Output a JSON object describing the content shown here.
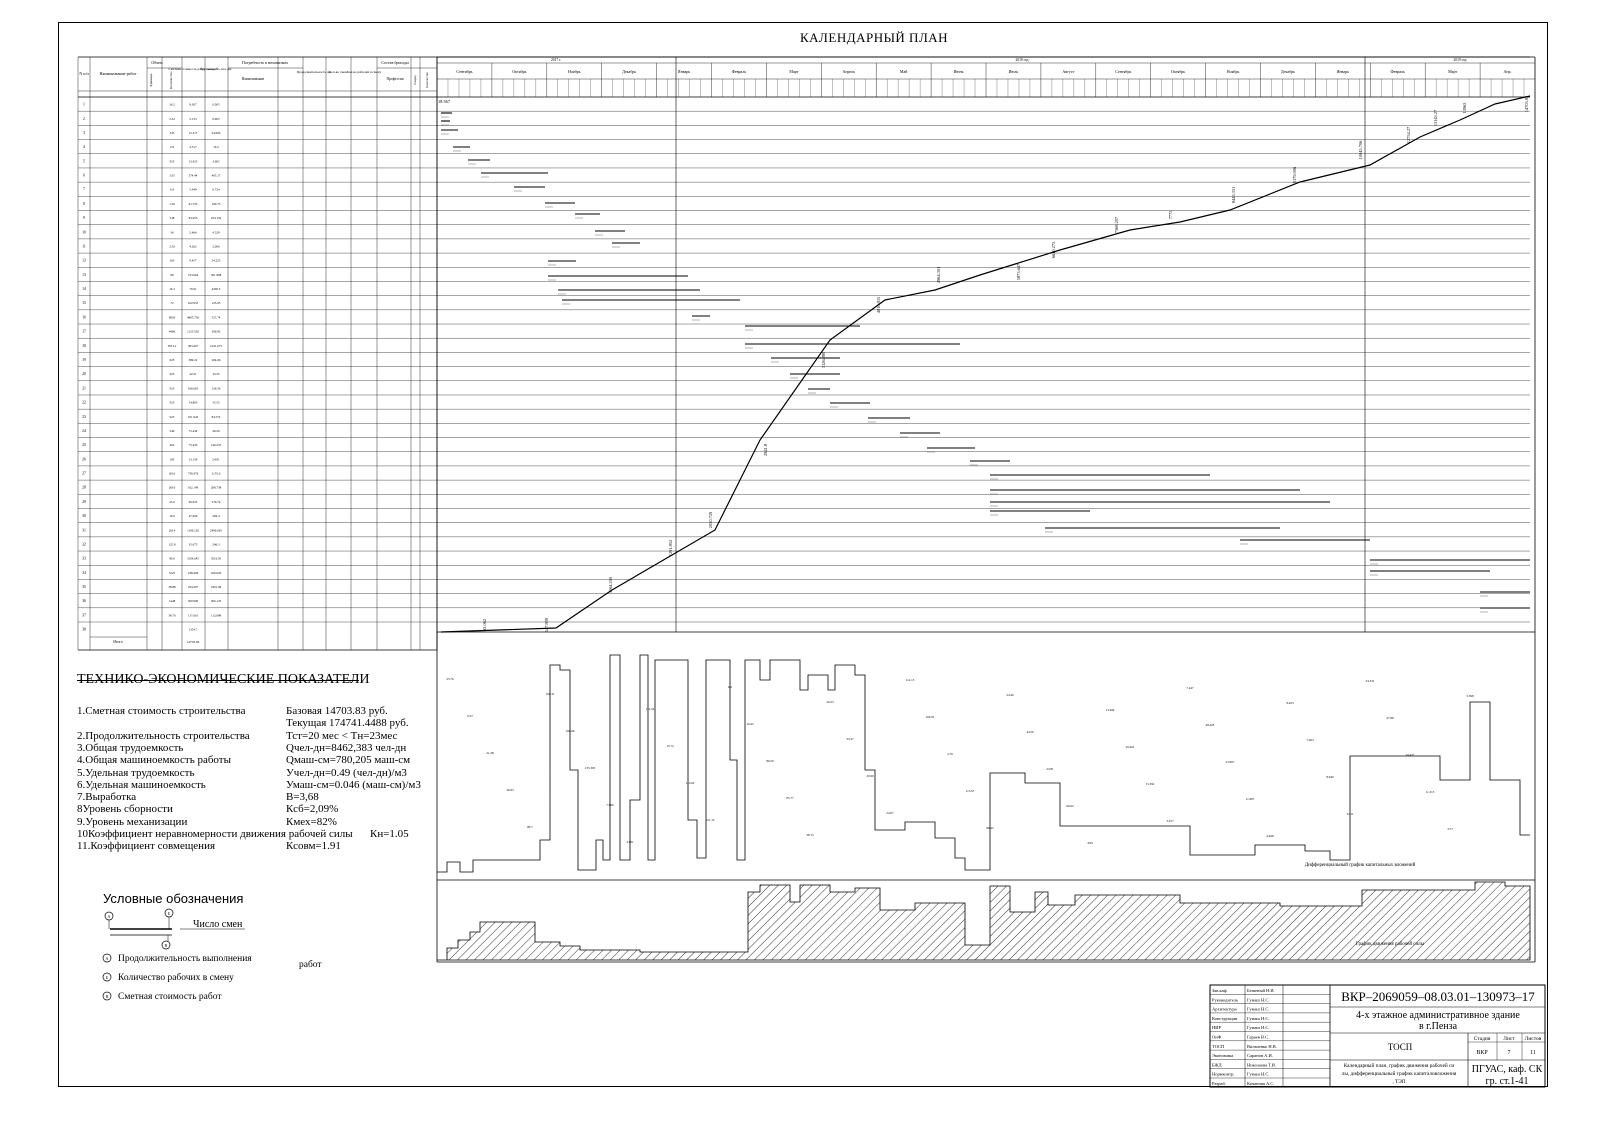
{
  "title": "КАЛЕНДАРНЫЙ ПЛАН",
  "table_headers": {
    "num": "N п/п",
    "work": "Наименование работ",
    "volume": "Объем",
    "unit": "Единица",
    "qty": "Количество",
    "cost": "Сметная стоимость работ тыс.руб",
    "labor": "Трудоемкость чел.-дн.",
    "machines": "Потребность в механизмах",
    "machine_name": "Наименование",
    "duration": "Продолжительность дн.",
    "shifts": "Кол-во смен",
    "workers": "Кол-во рабочих в смену",
    "crew": "Состав бригады",
    "profession": "Профессия",
    "rank": "Разряд",
    "count": "Количество"
  },
  "years": [
    "2017 г.",
    "2018 год",
    "2019 год"
  ],
  "months": [
    "Сентябрь",
    "Октябрь",
    "Ноябрь",
    "Декабрь",
    "Январь",
    "Февраль",
    "Март",
    "Апрель",
    "Май",
    "Июнь",
    "Июль",
    "Август",
    "Сентябрь",
    "Октябрь",
    "Ноябрь",
    "Декабрь",
    "Январь",
    "Февраль",
    "Март",
    "Апр."
  ],
  "rows": [
    {
      "n": "1",
      "qty": "16.2",
      "cost": "8.307",
      "labor": "0.005"
    },
    {
      "n": "2",
      "qty": "2.52",
      "cost": "5.133",
      "labor": "0.005"
    },
    {
      "n": "3",
      "qty": "335",
      "cost": "15.317",
      "labor": "24.006"
    },
    {
      "n": "4",
      "qty": "2.9",
      "cost": "4.517",
      "labor": "16.5"
    },
    {
      "n": "5",
      "qty": "925",
      "cost": "13.425",
      "labor": "3.005"
    },
    {
      "n": "6",
      "qty": "1.05",
      "cost": "374.44",
      "labor": "405.17"
    },
    {
      "n": "7",
      "qty": "0.4",
      "cost": "5.949",
      "labor": "6.724"
    },
    {
      "n": "8",
      "qty": "1.56",
      "cost": "61.735",
      "labor": "160.75"
    },
    {
      "n": "9",
      "qty": "238",
      "cost": "83.655",
      "labor": "184.159"
    },
    {
      "n": "10",
      "qty": "36",
      "cost": "2.466",
      "labor": "4.529"
    },
    {
      "n": "11",
      "qty": "2.56",
      "cost": "4.262",
      "labor": "2.006"
    },
    {
      "n": "12",
      "qty": "163",
      "cost": "9.457",
      "labor": "34.225"
    },
    {
      "n": "13",
      "qty": "89",
      "cost": "123.064",
      "labor": "301.908"
    },
    {
      "n": "14",
      "qty": "16.3",
      "cost": "76.91",
      "labor": "4200.3"
    },
    {
      "n": "15",
      "qty": "72",
      "cost": "162.955",
      "labor": "125.95"
    },
    {
      "n": "16",
      "qty": "9926",
      "cost": "4805.730",
      "labor": "527.74"
    },
    {
      "n": "17",
      "qty": "4466",
      "cost": "1125.502",
      "labor": "366.82"
    },
    {
      "n": "18",
      "qty": "3031.2",
      "cost": "363.267",
      "labor": "1041.675"
    },
    {
      "n": "19",
      "qty": "925",
      "cost": "389.22",
      "labor": "204.66"
    },
    {
      "n": "20",
      "qty": "925",
      "cost": "42.21",
      "labor": "33.25"
    },
    {
      "n": "21",
      "qty": "925",
      "cost": "166.665",
      "labor": "126.56"
    },
    {
      "n": "22",
      "qty": "925",
      "cost": "14.865",
      "labor": "35.55"
    },
    {
      "n": "23",
      "qty": "925",
      "cost": "101.945",
      "labor": "84.574"
    },
    {
      "n": "24",
      "qty": "240",
      "cost": "75.434",
      "labor": "46.29"
    },
    {
      "n": "25",
      "qty": "465",
      "cost": "75.443",
      "labor": "146.255"
    },
    {
      "n": "26",
      "qty": "185",
      "cost": "13.154",
      "labor": "24.91"
    },
    {
      "n": "27",
      "qty": "2616",
      "cost": "738.476",
      "labor": "1155.6"
    },
    {
      "n": "28",
      "qty": "2616",
      "cost": "162.149",
      "labor": "208.738"
    },
    {
      "n": "29",
      "qty": "25.6",
      "cost": "69.625",
      "labor": "276.74"
    },
    {
      "n": "30",
      "qty": "16.6",
      "cost": "47.626",
      "labor": "266.4"
    },
    {
      "n": "31",
      "qty": "2614",
      "cost": "1100.120",
      "labor": "2496.665"
    },
    {
      "n": "32",
      "qty": "125.9",
      "cost": "35.675",
      "labor": "246.3"
    },
    {
      "n": "33",
      "qty": "90.6",
      "cost": "3104.645",
      "labor": "3516.95"
    },
    {
      "n": "34",
      "qty": "3125",
      "cost": "238.496",
      "labor": "226.056"
    },
    {
      "n": "35",
      "qty": "38.88",
      "cost": "184.297",
      "labor": "1861.09"
    },
    {
      "n": "36",
      "qty": "1448",
      "cost": "560.900",
      "labor": "306.125"
    },
    {
      "n": "37",
      "qty": "38.76",
      "cost": "117.616",
      "labor": "112.098"
    },
    {
      "n": "38",
      "qty": "",
      "cost": "1354.7",
      "labor": ""
    }
  ],
  "total_label": "Итого",
  "total_cost": "14703.83",
  "cumulative_labels": [
    "18.567",
    "63.062",
    "147.809",
    "1164.200",
    "1291.852",
    "2050.729",
    "2941.8",
    "3126.880",
    "4010.815",
    "4964.301",
    "5873.647",
    "6610.273",
    "7368.207",
    "7775",
    "8443.331",
    "9179.006",
    "10045.706",
    "12754.27",
    "13143.27",
    "13963",
    "14703.83"
  ],
  "cashflow_labels": [
    "23.76",
    "6.27",
    "21.48",
    "36.93",
    "80.7",
    "109.31",
    "100.69",
    "135.305",
    "7.869",
    "3.001",
    "112.54",
    "15.72",
    "113.92",
    "121.15",
    "6.2",
    "10.45",
    "89.59",
    "85.77",
    "38.15",
    "20.23",
    "33.37",
    "20.90",
    "24.07",
    "112.15",
    "100.91",
    "2.70",
    "113.97",
    "86.42",
    "24.46",
    "44.59",
    "23.81",
    "69.62",
    "4.95",
    "13.494",
    "29.491",
    "15.392",
    "3.257",
    "7.247",
    "48.265",
    "23.967",
    "11.987",
    "4.468",
    "8.923",
    "7.063",
    "8.940",
    "31.11",
    "54.331",
    "47.88",
    "29.477",
    "11.315",
    "3.77",
    "5.398"
  ],
  "cashflow_caption": "Дифференциальный график капитальных вложений",
  "workforce_caption": "График движения рабочей силы",
  "tep": {
    "title": "ТЕХНИКО-ЭКОНОМИЧЕСКИЕ ПОКАЗАТЕЛИ",
    "items": [
      {
        "label": "1.Сметная стоимость строительства",
        "value": "Базовая  14703.83 руб."
      },
      {
        "label": "",
        "value": "Текущая  174741.4488 руб."
      },
      {
        "label": "2.Продолжительность строительства",
        "value": "Тст=20 мес < Тн=23мес"
      },
      {
        "label": "3.Общая трудоемкость",
        "value": "Qчел-дн=8462,383 чел-дн"
      },
      {
        "label": "4.Общая машиноемкость работы",
        "value": "Qмаш-см=780,205 маш-см"
      },
      {
        "label": "5.Удельная трудоемкость",
        "value": "Учел-дн=0.49 (чел-дн)/м3"
      },
      {
        "label": "6.Удельная машиноемкость",
        "value": "Умаш-см=0.046 (маш-см)/м3"
      },
      {
        "label": "7.Выработка",
        "value": "В=3,68"
      },
      {
        "label": "8Уровень сборности",
        "value": "Ксб=2,09%"
      },
      {
        "label": "9.Уровень механизации",
        "value": "Кмех=82%"
      },
      {
        "label": "10Коэффициент неравномерности движения рабочей силы",
        "value": "Кн=1.05"
      },
      {
        "label": "11.Коэффициент совмещения",
        "value": "Ксовм=1.91"
      }
    ]
  },
  "legend": {
    "title": "Условные обозначения",
    "shift_label": "Число смен",
    "markers": [
      "А",
      "Б",
      "В"
    ],
    "items": [
      "Продолжительность выполнения",
      "Количество рабочих в смену",
      "Сметная стоимость работ"
    ],
    "item_suffix": "работ"
  },
  "stamp": {
    "doc_code": "ВКР–2069059–08.03.01–130973–17",
    "project": "4-х этажное административное здание",
    "location": "в г.Пенза",
    "section": "ТОСП",
    "sheet_title": "Календарный план, график движения рабочей силы, дифференциальный график капиталовложения, ТЭП",
    "stage_h": "Стадия",
    "sheet_h": "Лист",
    "sheets_h": "Листов",
    "stage": "ВКР",
    "sheet": "7",
    "sheets": "11",
    "org": "ПГУАС, каф. СК",
    "group": "гр. ст.1-41",
    "roles": [
      {
        "role": "Зав.каф.",
        "name": "Бешеный Н.И."
      },
      {
        "role": "Руководитель",
        "name": "Гумаш Н.С."
      },
      {
        "role": "Архитектура",
        "name": "Гумаш Н.С."
      },
      {
        "role": "Конструкции",
        "name": "Гумаш Н.С."
      },
      {
        "role": "НИР",
        "name": "Гумаш Н.С."
      },
      {
        "role": "ОиФ",
        "name": "Гараев В.С."
      },
      {
        "role": "ТОСП",
        "name": "Вильченко Н.В."
      },
      {
        "role": "Экономика",
        "name": "Саранов А.И."
      },
      {
        "role": "БЖД",
        "name": "Николаева Т.И."
      },
      {
        "role": "Нормконтр.",
        "name": "Гумаш Н.С."
      },
      {
        "role": "Разраб.",
        "name": "Кочанова А.С."
      }
    ]
  }
}
